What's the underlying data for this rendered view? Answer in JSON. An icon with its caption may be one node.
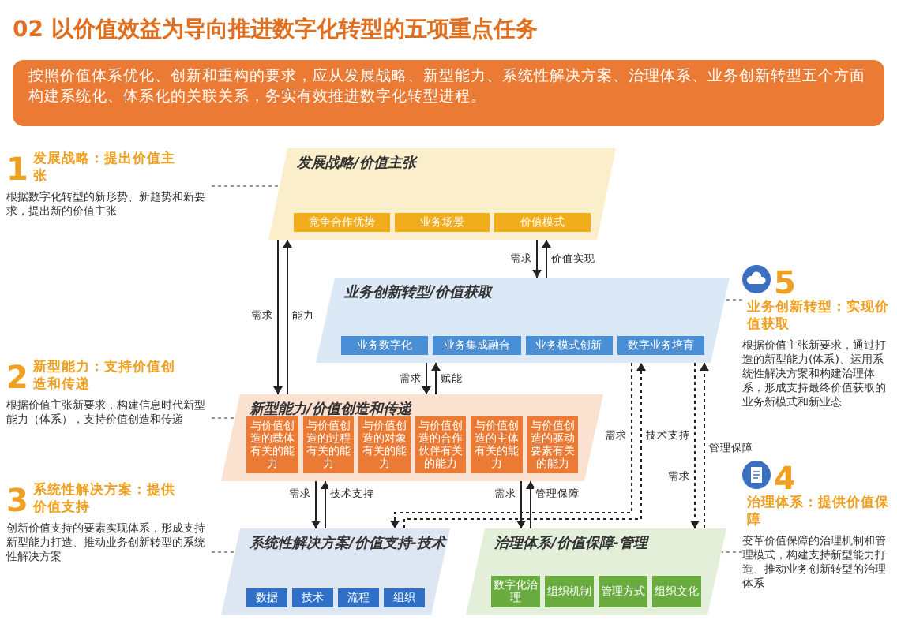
{
  "diagram": {
    "title": "02 以价值效益为导向推进数字化转型的五项重点任务",
    "nodes": [
      {
        "text": [
          "按照价值体系优化、创新和重构的要求，应从发展战略、新型能力、系统性解决方案、治理体系、业务创新转型五个方面构建系统化、体系化的关联关系，务实有效推进数字化转型进程。"
        ]
      },
      {
        "text": [
          "发展战略/价值主张"
        ]
      },
      {
        "text": [
          "竞争合作优势"
        ],
        "in": 1
      },
      {
        "text": [
          "业务场景"
        ],
        "in": 1
      },
      {
        "text": [
          "价值模式"
        ],
        "in": 1
      },
      {
        "text": [
          "业务创新转型/价值获取"
        ]
      },
      {
        "text": [
          "业务数字化"
        ],
        "in": 5
      },
      {
        "text": [
          "业务集成融合"
        ],
        "in": 5
      },
      {
        "text": [
          "业务模式创新"
        ],
        "in": 5
      },
      {
        "text": [
          "数字业务培育"
        ],
        "in": 5
      },
      {
        "text": [
          "新型能力/价值创造和传递"
        ]
      },
      {
        "text": [
          "与价值创造的载体有关的能力"
        ],
        "in": 10
      },
      {
        "text": [
          "与价值创造的过程有关的能力"
        ],
        "in": 10
      },
      {
        "text": [
          "与价值创造的对象有关的能力"
        ],
        "in": 10
      },
      {
        "text": [
          "与价值创造的合作伙伴有关的能力"
        ],
        "in": 10
      },
      {
        "text": [
          "与价值创造的主体有关的能力"
        ],
        "in": 10
      },
      {
        "text": [
          "与价值创造的驱动要素有关的能力"
        ],
        "in": 10
      },
      {
        "text": [
          "系统性解决方案/价值支持-技术"
        ]
      },
      {
        "text": [
          "数据"
        ],
        "in": 17
      },
      {
        "text": [
          "技术"
        ],
        "in": 17
      },
      {
        "text": [
          "流程"
        ],
        "in": 17
      },
      {
        "text": [
          "组织"
        ],
        "in": 17
      },
      {
        "text": [
          "治理体系/价值保障-管理"
        ]
      },
      {
        "text": [
          "数字化治理"
        ],
        "in": 22
      },
      {
        "text": [
          "组织机制"
        ],
        "in": 22
      },
      {
        "text": [
          "管理方式"
        ],
        "in": 22
      },
      {
        "text": [
          "组织文化"
        ],
        "in": 22
      },
      {
        "text": [
          "1",
          "发展战略：提出价值主张",
          "根据数字化转型的新形势、新趋势和新要求，提出新的价值主张"
        ]
      },
      {
        "text": [
          "2",
          "新型能力：支持价值创造和传递",
          "根据价值主张新要求，构建信息时代新型能力（体系），支持价值创造和传递"
        ]
      },
      {
        "text": [
          "3",
          "系统性解决方案：提供价值支持",
          "创新价值支持的要素实现体系，形成支持新型能力打造、推动业务创新转型的系统性解决方案"
        ]
      },
      {
        "text": [
          "5",
          "业务创新转型：实现价值获取",
          "根据价值主张新要求，通过打造的新型能力(体系)、运用系统性解决方案和构建治理体系，形成支持最终价值获取的业务新模式和新业态"
        ]
      },
      {
        "text": [
          "4",
          "治理体系：提供价值保障",
          "变革价值保障的治理机制和管理模式，构建支持新型能力打造、推动业务创新转型的治理体系"
        ]
      }
    ],
    "edges": [
      {
        "from": 1,
        "to": 10,
        "arrow": "to",
        "label": "需求"
      },
      {
        "from": 10,
        "to": 1,
        "arrow": "to",
        "label": "能力"
      },
      {
        "from": 1,
        "to": 5,
        "arrow": "to",
        "label": "需求"
      },
      {
        "from": 5,
        "to": 1,
        "arrow": "to",
        "label": "价值实现"
      },
      {
        "from": 5,
        "to": 10,
        "arrow": "to",
        "label": "需求"
      },
      {
        "from": 10,
        "to": 5,
        "arrow": "to",
        "label": "赋能"
      },
      {
        "from": 10,
        "to": 17,
        "arrow": "to",
        "label": "需求"
      },
      {
        "from": 17,
        "to": 10,
        "arrow": "to",
        "label": "技术支持"
      },
      {
        "from": 10,
        "to": 22,
        "arrow": "to",
        "label": "需求"
      },
      {
        "from": 22,
        "to": 10,
        "arrow": "to",
        "label": "管理保障"
      },
      {
        "from": 5,
        "to": 17,
        "arrow": "to",
        "label": "需求",
        "style": "dashed"
      },
      {
        "from": 17,
        "to": 5,
        "arrow": "to",
        "label": "技术支持",
        "style": "dashed"
      },
      {
        "from": 5,
        "to": 22,
        "arrow": "to",
        "label": "需求",
        "style": "dashed"
      },
      {
        "from": 22,
        "to": 5,
        "arrow": "to",
        "label": "管理保障",
        "style": "dashed"
      },
      {
        "from": 27,
        "to": 1,
        "arrow": "none",
        "style": "dashed",
        "color": "#999999"
      },
      {
        "from": 28,
        "to": 10,
        "arrow": "none",
        "style": "dashed",
        "color": "#999999"
      },
      {
        "from": 29,
        "to": 17,
        "arrow": "none",
        "style": "dashed",
        "color": "#999999"
      },
      {
        "from": 30,
        "to": 5,
        "arrow": "none",
        "style": "dashed",
        "color": "#999999"
      },
      {
        "from": 31,
        "to": 22,
        "arrow": "none",
        "style": "dashed",
        "color": "#999999"
      }
    ]
  }
}
